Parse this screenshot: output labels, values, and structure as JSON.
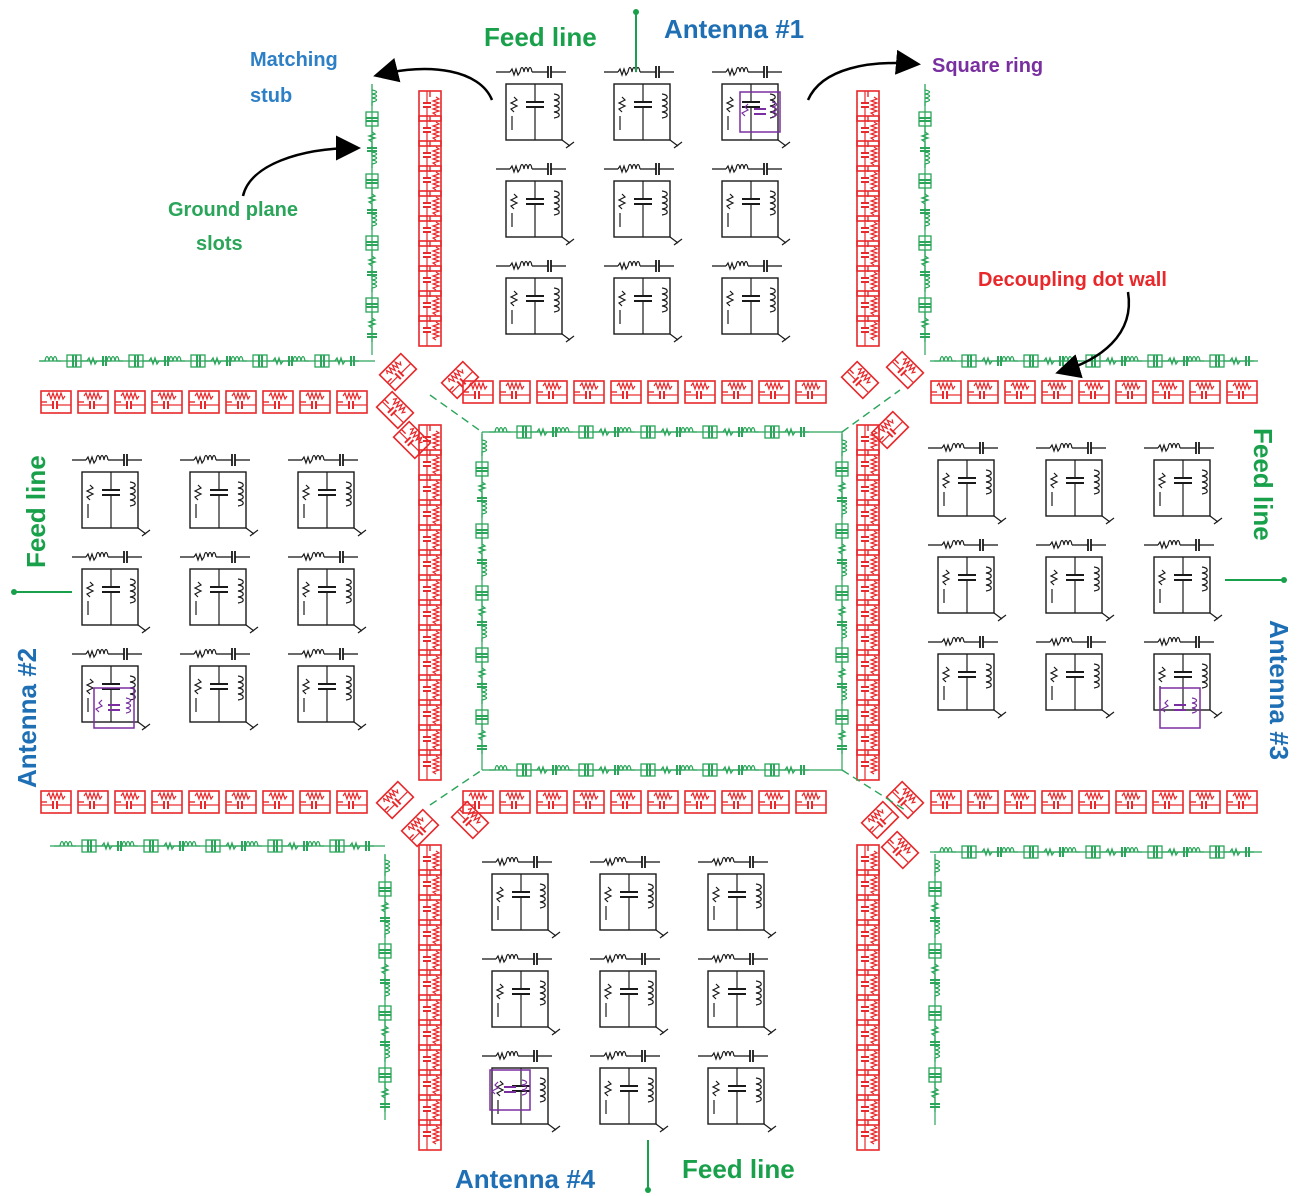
{
  "colors": {
    "antenna_label": "#1f6fb5",
    "feed_line": "#19a04b",
    "ground_slots": "#2aa55a",
    "decoupling_wall": "#e8282b",
    "square_ring": "#7a2fa0",
    "matching_stub": "#2d7fc6",
    "circuit": "#1a1a1a",
    "arrow": "#000000"
  },
  "labels": {
    "antenna1": "Antenna #1",
    "antenna2": "Antenna #2",
    "antenna3": "Antenna #3",
    "antenna4": "Antenna #4",
    "feed_line_1": "Feed line",
    "feed_line_2": "Feed line",
    "feed_line_3": "Feed line",
    "feed_line_4": "Feed line",
    "matching_stub_line1": "Matching",
    "matching_stub_line2": "stub",
    "square_ring": "Square ring",
    "ground_plane_line1": "Ground plane",
    "ground_plane_line2": "slots",
    "decoupling": "Decoupling dot wall"
  },
  "icons": {
    "inductor": "inductor-coil-icon",
    "capacitor": "capacitor-icon",
    "resistor": "resistor-zigzag-icon",
    "ground": "ground-icon",
    "arrow": "curved-arrow-icon"
  }
}
